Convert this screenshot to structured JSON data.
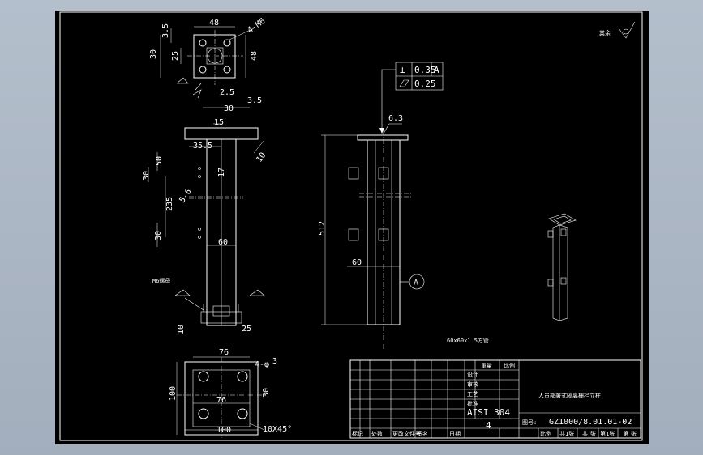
{
  "top_view": {
    "dims": {
      "d48": "48",
      "d4m6": "4-M6",
      "d3_5a": "3.5",
      "d25a": "25",
      "d30": "30",
      "d48v": "48",
      "d2_5": "2.5",
      "d3_5b": "3.5",
      "d30h": "30"
    }
  },
  "side_view": {
    "dims": {
      "d15": "15",
      "d35_5": "35.5",
      "d50": "50",
      "d30": "30",
      "d17": "17",
      "d5_6": "5-6",
      "d235": "235",
      "d30b": "30",
      "d60": "60",
      "d10r": "10",
      "d25": "25",
      "d10": "10"
    },
    "note": "M6螺母"
  },
  "bottom_view": {
    "dims": {
      "d76": "76",
      "d3": "3",
      "d4phi": "4-φ",
      "d100v": "100",
      "d76i": "76",
      "d100": "100",
      "d30": "30",
      "d10x45": "10X45°"
    }
  },
  "front_view": {
    "gdt": {
      "perp_symbol": "⊥",
      "perp_value": "0.35",
      "datum": "A",
      "flat_value": "0.25"
    },
    "roughness": "6.3",
    "dims": {
      "d512": "512",
      "d60": "60"
    },
    "datum_label": "A",
    "tube_note": "60x60x1.5方管"
  },
  "corner_note": "其余",
  "title_block": {
    "part_name": "人员部署式隔离栅栏立柱",
    "material": "AISI 304",
    "drawing_no_label": "图号:",
    "drawing_no": "GZ1000/8.01.01-02",
    "quantity": "4",
    "scale_label": "比例",
    "sheet_label": "共1张",
    "sheet_no": "第1张",
    "r1": "设计",
    "r2": "审核",
    "r3": "工艺",
    "r4": "批准",
    "h_weight": "重量",
    "h_ratio": "比例",
    "f1": "标记",
    "f2": "处数",
    "f3": "更改文件号",
    "f4": "签名",
    "f5": "日期",
    "b1": "共",
    "b2": "张",
    "b3": "第",
    "b4": "张"
  }
}
